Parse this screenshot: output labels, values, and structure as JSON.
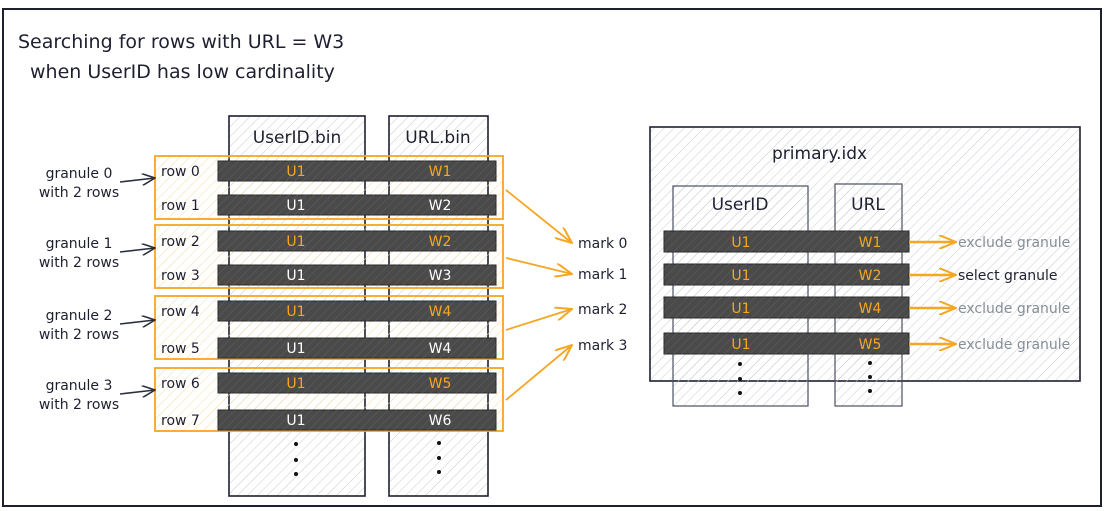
{
  "title": {
    "line1": "Searching for rows with URL = W3",
    "line2": "when UserID has low cardinality"
  },
  "colors": {
    "highlight": "#f5a623",
    "row_bar": "#4a4a4a",
    "ink": "#1e2030",
    "muted": "#868e96"
  },
  "data_files": {
    "userid_header": "UserID.bin",
    "url_header": "URL.bin",
    "rows": [
      {
        "label": "row 0",
        "userid": "U1",
        "url": "W1",
        "is_mark": true
      },
      {
        "label": "row 1",
        "userid": "U1",
        "url": "W2",
        "is_mark": false
      },
      {
        "label": "row 2",
        "userid": "U1",
        "url": "W2",
        "is_mark": true
      },
      {
        "label": "row 3",
        "userid": "U1",
        "url": "W3",
        "is_mark": false
      },
      {
        "label": "row 4",
        "userid": "U1",
        "url": "W4",
        "is_mark": true
      },
      {
        "label": "row 5",
        "userid": "U1",
        "url": "W4",
        "is_mark": false
      },
      {
        "label": "row 6",
        "userid": "U1",
        "url": "W5",
        "is_mark": true
      },
      {
        "label": "row 7",
        "userid": "U1",
        "url": "W6",
        "is_mark": false
      }
    ],
    "ellipsis": "⋮"
  },
  "granules": [
    {
      "line1": "granule 0",
      "line2": "with 2 rows"
    },
    {
      "line1": "granule 1",
      "line2": "with 2 rows"
    },
    {
      "line1": "granule 2",
      "line2": "with 2 rows"
    },
    {
      "line1": "granule 3",
      "line2": "with 2 rows"
    }
  ],
  "marks": [
    "mark 0",
    "mark 1",
    "mark 2",
    "mark 3"
  ],
  "primary_index": {
    "title": "primary.idx",
    "userid_header": "UserID",
    "url_header": "URL",
    "entries": [
      {
        "userid": "U1",
        "url": "W1",
        "result": "exclude granule",
        "selected": false
      },
      {
        "userid": "U1",
        "url": "W2",
        "result": "select granule",
        "selected": true
      },
      {
        "userid": "U1",
        "url": "W4",
        "result": "exclude granule",
        "selected": false
      },
      {
        "userid": "U1",
        "url": "W5",
        "result": "exclude granule",
        "selected": false
      }
    ]
  }
}
